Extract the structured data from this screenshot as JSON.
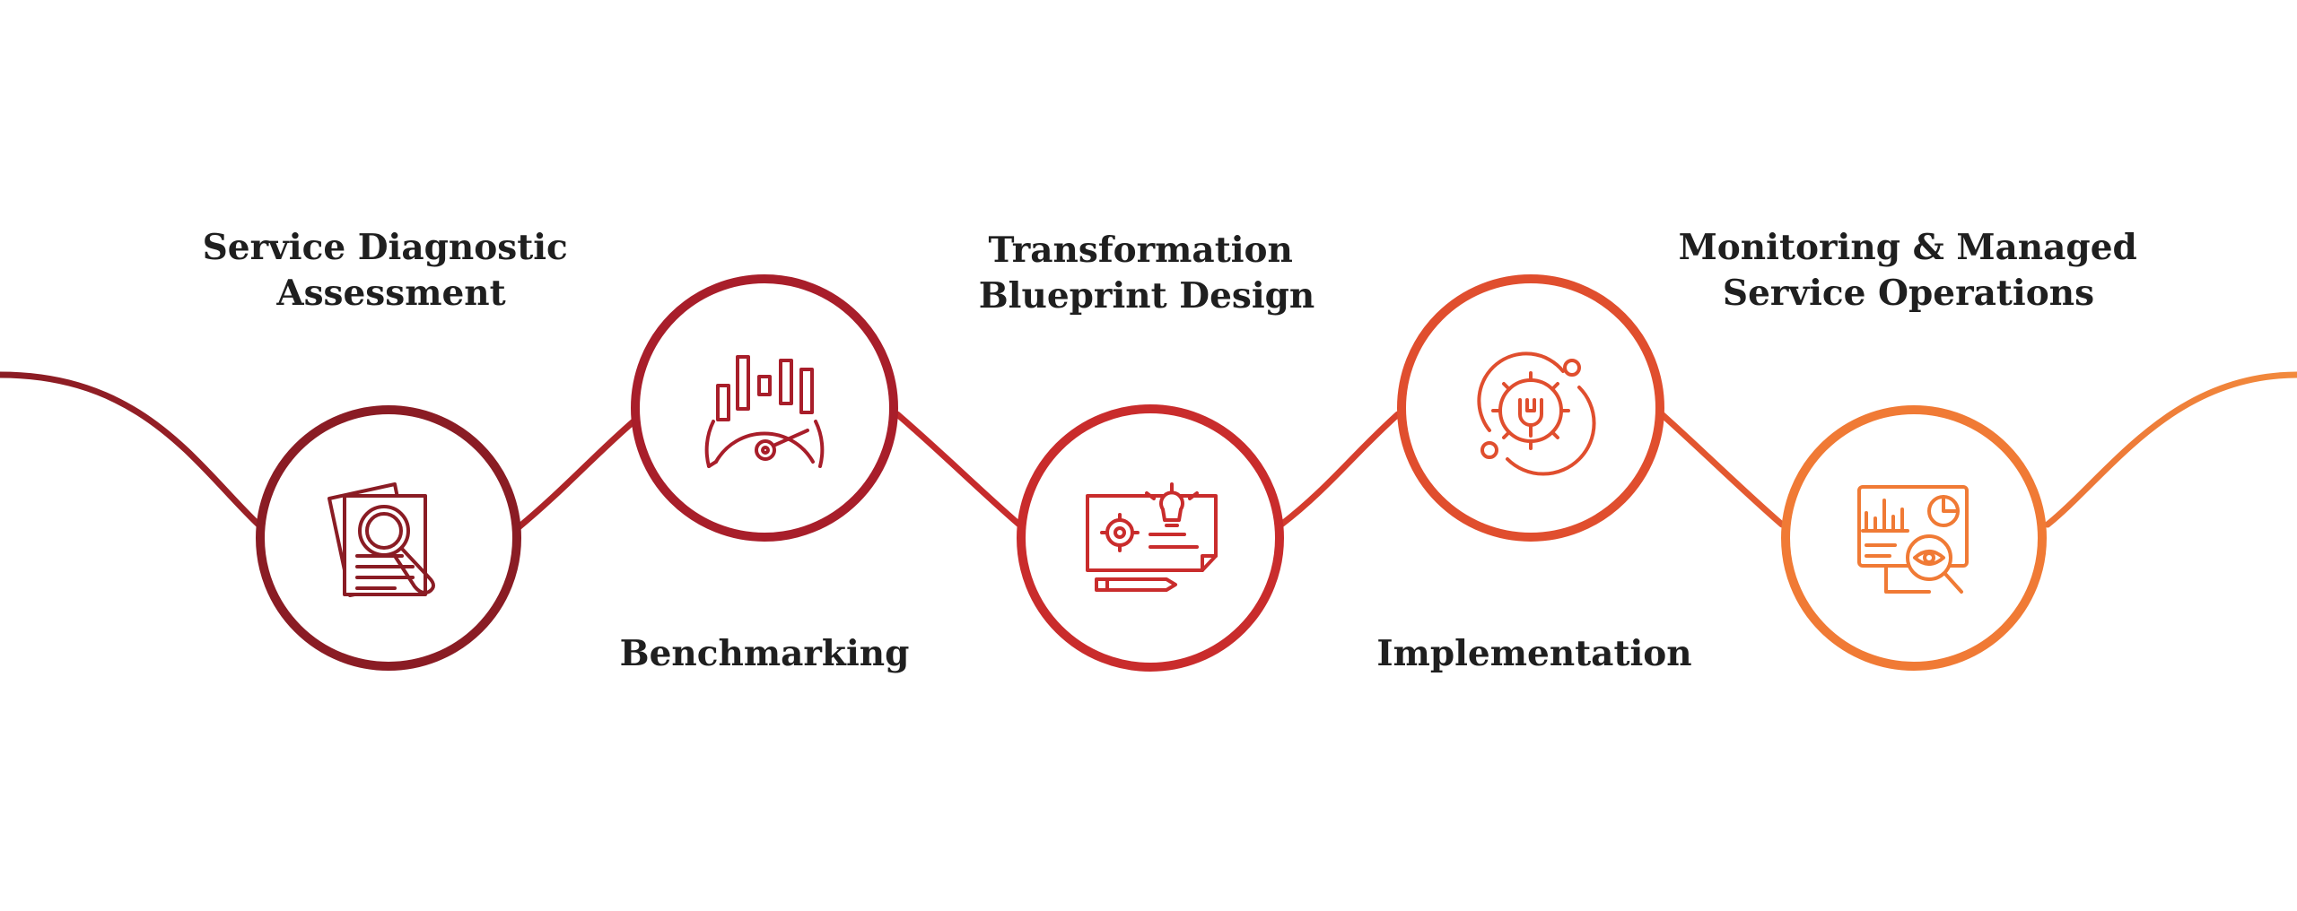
{
  "steps": [
    {
      "title_lines": [
        "Service Diagnostic",
        "Assessment"
      ],
      "icon": "document-search-icon",
      "color": "#8a1c24"
    },
    {
      "title_lines": [
        "Benchmarking"
      ],
      "icon": "speedometer-chart-icon",
      "color": "#a81e2a"
    },
    {
      "title_lines": [
        "Transformation",
        "Blueprint Design"
      ],
      "icon": "blueprint-idea-icon",
      "color": "#c92c2c"
    },
    {
      "title_lines": [
        "Implementation"
      ],
      "icon": "gear-wrench-icon",
      "color": "#e04e2e"
    },
    {
      "title_lines": [
        "Monitoring & Managed",
        "Service Operations"
      ],
      "icon": "monitor-analytics-icon",
      "color": "#f07a35"
    }
  ]
}
